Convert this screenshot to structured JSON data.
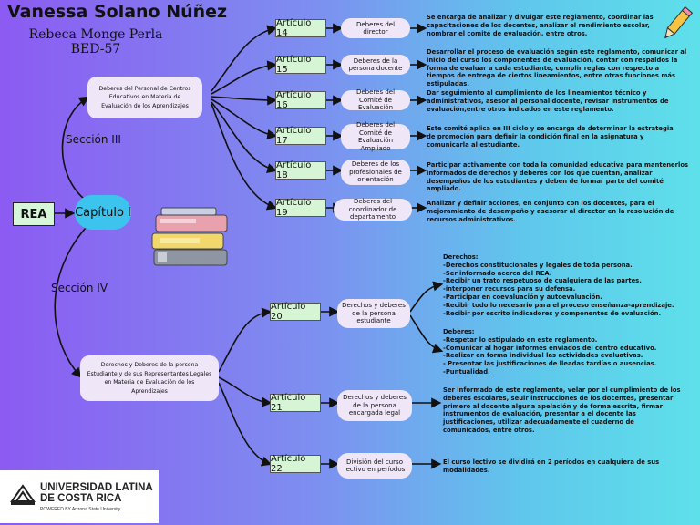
{
  "header": {
    "author": "Vanessa Solano Núñez",
    "coauthor_name": "Rebeca Monge Perla",
    "coauthor_group": "BED-57"
  },
  "root": {
    "label": "REA"
  },
  "chapter": {
    "label": "Capítulo I"
  },
  "sections": [
    {
      "label": "Sección III",
      "title": "Deberes del Personal de Centros Educativos en Materia de Evaluación de los Aprendizajes",
      "articles": [
        {
          "label": "Artículo 14",
          "topic": "Deberes del director",
          "desc": "Se encarga de analizar y divulgar este reglamento, coordinar las capacitaciones de los docentes, analizar el rendimiento escolar, nombrar el comité de evaluación, entre otros."
        },
        {
          "label": "Artículo 15",
          "topic": "Deberes de la persona docente",
          "desc": "Desarrollar el proceso de evaluación según este reglamento, comunicar al inicio del curso los componentes de evaluación, contar con respaldos la forma de evaluar a cada estudiante, cumplir reglas con respecto a tiempos de entrega de ciertos lineamientos, entre otras funciones más estipuladas."
        },
        {
          "label": "Artículo 16",
          "topic": "Deberes del Comité de Evaluación",
          "desc": "Dar seguimiento al cumplimiento de los lineamientos técnico y administrativos, asesor al personal docente, revisar instrumentos de evaluación,entre otros indicados en este reglamento."
        },
        {
          "label": "Artículo 17",
          "topic": "Deberes del Comité de Evaluación Ampliado",
          "desc": "Este comité aplica en III ciclo y se encarga de determinar la estrategia de promoción para definir la condición final en la asignatura y comunicarla al estudiante."
        },
        {
          "label": "Artículo 18",
          "topic": "Deberes de los profesionales de orientación",
          "desc": "Participar activamente con toda la comunidad educativa para mantenerlos informados de derechos y deberes con los que cuentan, analizar desempeños de los estudiantes y deben de formar parte del comité ampliado."
        },
        {
          "label": "Artículo 19",
          "topic": "Deberes del coordinador de departamento",
          "desc": "Analizar y definir acciones, en conjunto con los docentes, para el mejoramiento de desempeño y asesorar al director en la resolución de recursos administrativos."
        }
      ]
    },
    {
      "label": "Sección IV",
      "title": "Derechos y Deberes de la persona Estudiante y de sus Representantes Legales en Materia de Evaluación de los Aprendizajes",
      "articles": [
        {
          "label": "Artículo 20",
          "topic": "Derechos y deberes de la persona estudiante",
          "rights_heading": "Derechos:",
          "rights": [
            "-Derechos constitucionales y legales de toda persona.",
            "-Ser informado acerca del REA.",
            "-Recibir un trato respetuoso de cualquiera de las partes.",
            "-interponer recursos para su defensa.",
            "-Participar en coevaluación y autoevaluación.",
            "-Recibir todo lo necesario para el proceso enseñanza-aprendizaje.",
            "-Recibir por escrito indicadores y componentes de evaluación."
          ],
          "duties_heading": "Deberes:",
          "duties": [
            "-Respetar lo estipulado en este reglamento.",
            "-Comunicar al hogar informes enviados del centro educativo.",
            "-Realizar en forma individual las actividades evaluativas.",
            "- Presentar las justificaciones de lleadas tardías o ausencias.",
            "-Puntualidad."
          ]
        },
        {
          "label": "Artículo 21",
          "topic": "Derechos y deberes de la persona encargada legal",
          "desc": "Ser informado de este reglamento, velar por el cumplimiento de los deberes escolares, seuir instrucciones de los docentes, presentar primero al docente alguna apelación y de forma escrita, firmar instrumentos de evaluación, presentar a el docente las justificaciones, utilizar adecuadamente el cuaderno de comunicados, entre otros."
        },
        {
          "label": "Artículo 22",
          "topic": "División del curso lectivo en períodos",
          "desc": "El curso lectivo se dividirá en 2 períodos en cualquiera de sus modalidades."
        }
      ]
    }
  ],
  "logo": {
    "name_line1": "UNIVERSIDAD LATINA",
    "name_line2": "DE COSTA RICA",
    "tagline": "POWERED BY Arizona State University"
  },
  "colors": {
    "article_fill": "#d5f5d5",
    "topic_fill": "#efe6f7",
    "chapter_fill": "#3cc3ee",
    "wire": "#111111"
  }
}
